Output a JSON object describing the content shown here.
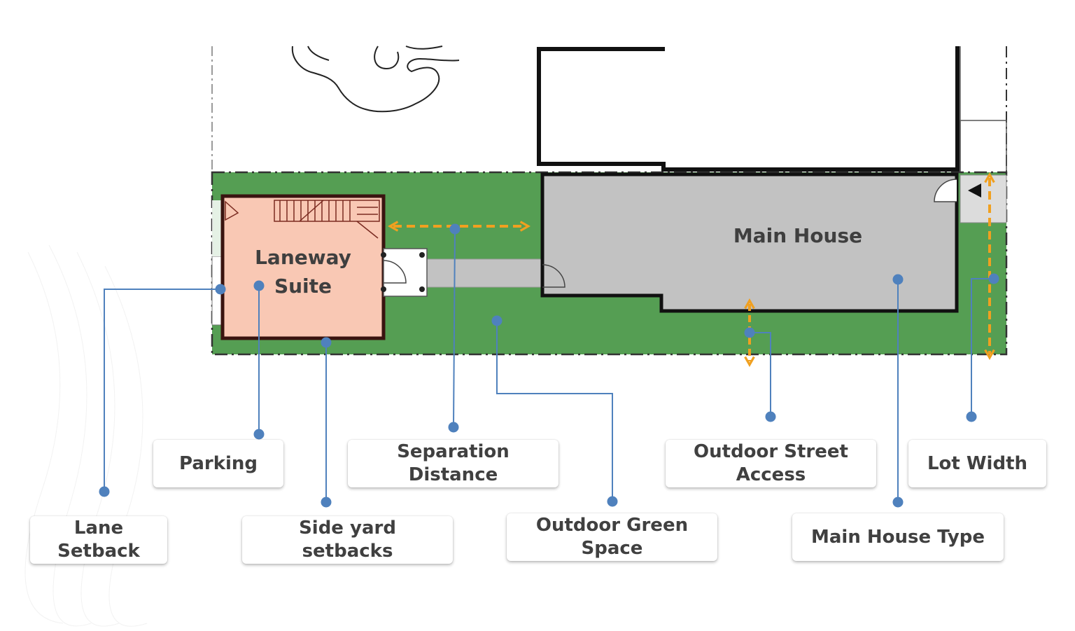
{
  "plan": {
    "laneway_suite_line1": "Laneway",
    "laneway_suite_line2": "Suite",
    "main_house": "Main House"
  },
  "callouts": {
    "parking": "Parking",
    "separation_distance": "Separation\nDistance",
    "outdoor_street_access": "Outdoor Street\nAccess",
    "lot_width": "Lot Width",
    "lane_setback": "Lane\nSetback",
    "side_yard_setbacks": "Side yard\nsetbacks",
    "outdoor_green_space": "Outdoor Green\nSpace",
    "main_house_type": "Main House Type"
  },
  "colors": {
    "green_space": "#559e53",
    "laneway_suite": "#f9c8b4",
    "main_house": "#c2c2c2",
    "leader_line": "#4f81bd",
    "dimension_arrow": "#f0a020"
  }
}
